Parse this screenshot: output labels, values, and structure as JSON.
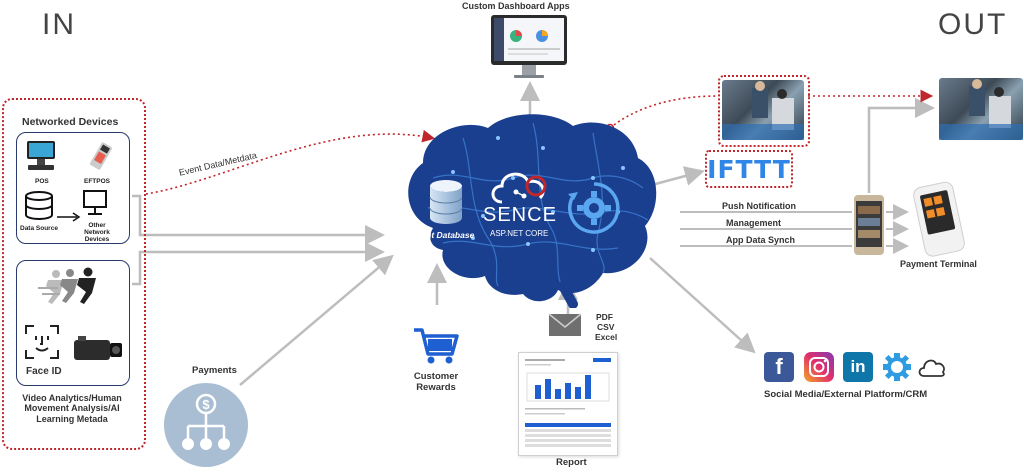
{
  "headings": {
    "in": "IN",
    "out": "OUT"
  },
  "dashboard_label": "Custom Dashboard Apps",
  "networked_devices": {
    "title": "Networked Devices",
    "pos": "POS",
    "eftpos": "EFTPOS",
    "data_source": "Data Source",
    "other_devices": "Other Network Devices"
  },
  "video": {
    "face_id": "Face ID",
    "caption": "Video Analytics/Human Movement Analysis/AI Learning Metada"
  },
  "payments_label": "Payments",
  "event_metadata": "Event Data/Metdata",
  "brain": {
    "event_database": "Event Database",
    "sence": "SENCE",
    "asp": "ASP.NET CORE"
  },
  "customer_rewards": "Customer Rewards",
  "report": {
    "formats": [
      "PDF",
      "CSV",
      "Excel"
    ],
    "label": "Report"
  },
  "ifttt": "IFTTT",
  "outputs": {
    "push": "Push Notification",
    "management": "Management",
    "app_sync": "App Data Synch",
    "payment_terminal": "Payment Terminal"
  },
  "social": {
    "label": "Social Media/External Platform/CRM",
    "icons": [
      "facebook-icon",
      "instagram-icon",
      "linkedin-icon",
      "erp-gear-icon",
      "cloud-icon"
    ]
  },
  "colors": {
    "accent_red": "#c0272d",
    "navy": "#2a3a6e",
    "brain": "#1a3f8f",
    "arrow": "#bdbdbd"
  }
}
